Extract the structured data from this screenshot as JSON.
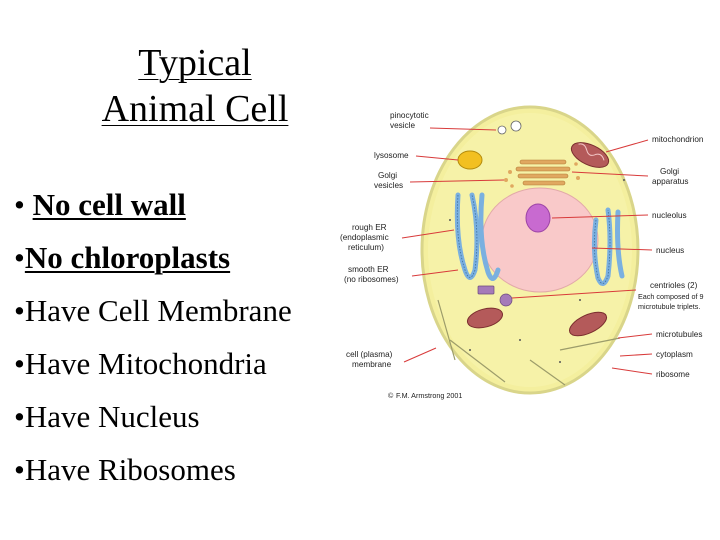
{
  "title": {
    "line1": "Typical",
    "line2": "Animal Cell"
  },
  "bullets": [
    {
      "marker": "•",
      "text": "No cell wall",
      "bold": true
    },
    {
      "marker": "•",
      "text": "No chloroplasts",
      "bold": true
    },
    {
      "marker": "•",
      "text": "Have Cell Membrane",
      "bold": false
    },
    {
      "marker": "•",
      "text": "Have Mitochondria",
      "bold": false
    },
    {
      "marker": "•",
      "text": "Have Nucleus",
      "bold": false
    },
    {
      "marker": "•",
      "text": "Have Ribosomes",
      "bold": false
    }
  ],
  "diagram": {
    "labels": {
      "pinocytotic_1": "pinocytotic",
      "pinocytotic_2": "vesicle",
      "lysosome": "lysosome",
      "golgi_vesicles_1": "Golgi",
      "golgi_vesicles_2": "vesicles",
      "rough_er_1": "rough ER",
      "rough_er_2": "(endoplasmic",
      "rough_er_3": "reticulum)",
      "smooth_er_1": "smooth ER",
      "smooth_er_2": "(no ribosomes)",
      "cell_membrane_1": "cell (plasma)",
      "cell_membrane_2": "membrane",
      "mitochondrion": "mitochondrion",
      "golgi_apparatus_1": "Golgi",
      "golgi_apparatus_2": "apparatus",
      "nucleolus": "nucleolus",
      "nucleus": "nucleus",
      "centrioles_1": "centrioles (2)",
      "centrioles_2": "Each composed of 9",
      "centrioles_3": "microtubule triplets.",
      "microtubules": "microtubules",
      "cytoplasm": "cytoplasm",
      "ribosome": "ribosome",
      "credit": "F.M. Armstrong 2001",
      "credit_mark": "©"
    },
    "colors": {
      "cytoplasm": "#f4ef9e",
      "membrane_edge": "#d9d58a",
      "nucleus": "#f9c9c9",
      "nucleolus": "#c86ad0",
      "mitochondrion": "#b45a5a",
      "golgi": "#e0a860",
      "er": "#7ab0e0",
      "lysosome": "#f2c021",
      "pointer": "#d83a3a"
    }
  }
}
